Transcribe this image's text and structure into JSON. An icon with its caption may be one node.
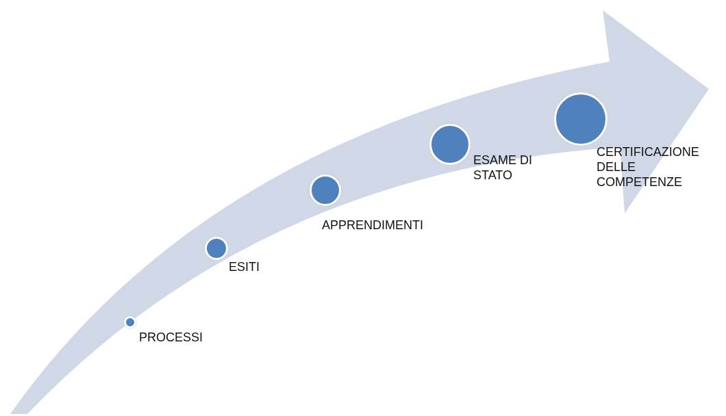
{
  "diagram": {
    "nodes": [
      {
        "text": [],
        "shape": "circle",
        "beside": [
          "PROCESSI"
        ]
      },
      {
        "text": [],
        "shape": "circle",
        "beside": [
          "ESITI"
        ]
      },
      {
        "text": [],
        "shape": "circle",
        "beside": [
          "APPRENDIMENTI"
        ]
      },
      {
        "text": [],
        "shape": "circle",
        "beside": [
          "ESAME DI STATO"
        ]
      },
      {
        "text": [],
        "shape": "circle",
        "beside": [
          "CERTIFICAZIONE DELLE COMPETENZE"
        ]
      }
    ]
  }
}
